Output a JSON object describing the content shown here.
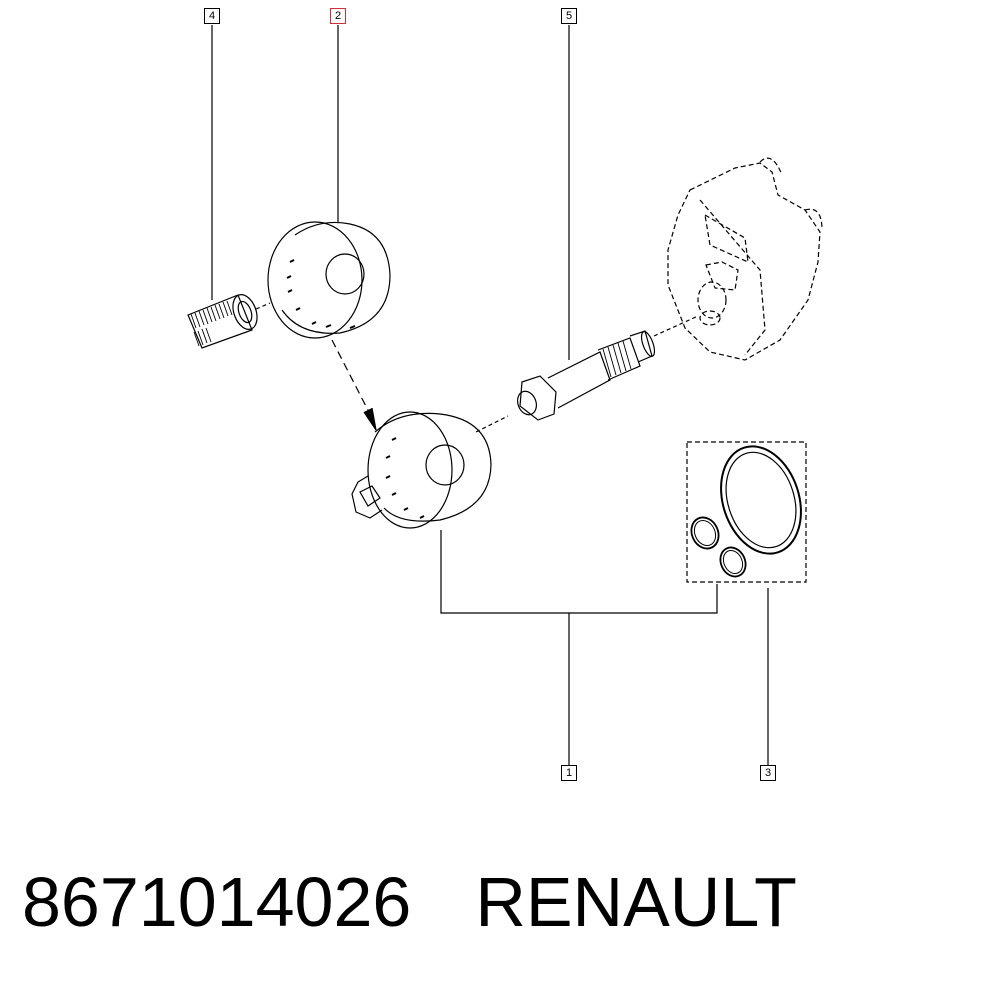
{
  "callouts": [
    {
      "label": "4",
      "selected": false
    },
    {
      "label": "2",
      "selected": true
    },
    {
      "label": "5",
      "selected": false
    },
    {
      "label": "1",
      "selected": false
    },
    {
      "label": "3",
      "selected": false
    }
  ],
  "caption": {
    "part_number": "8671014026",
    "brand": "RENAULT"
  },
  "colors": {
    "line": "#000000",
    "selected_callout": "#d0303a",
    "background": "#ffffff"
  }
}
